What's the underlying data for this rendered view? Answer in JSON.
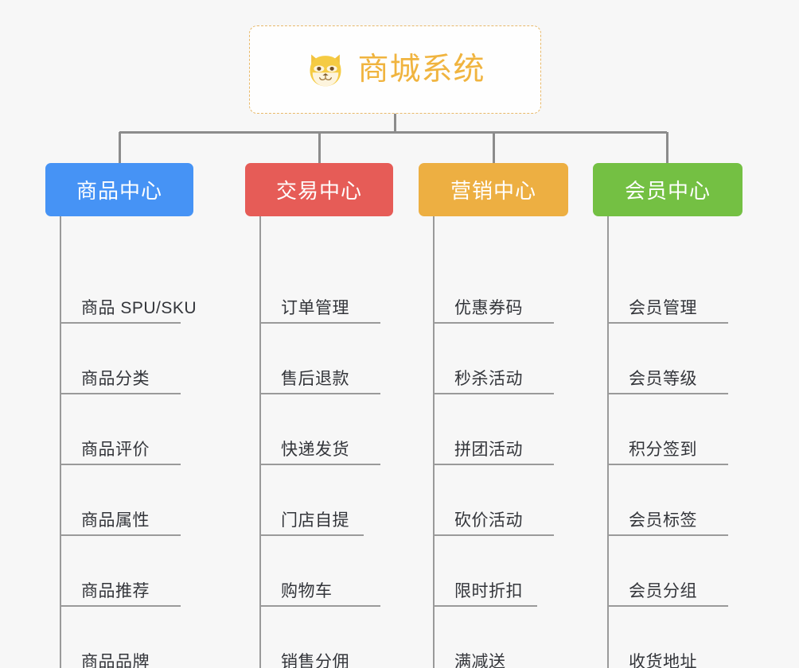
{
  "page": {
    "background_color": "#f7f7f7",
    "layout": "org-chart"
  },
  "root": {
    "title": "商城系统",
    "icon": "shiba-dog-face-icon",
    "text_color": "#f0b43f",
    "border_color": "#e8b96a",
    "background_color": "#fefefe"
  },
  "connector": {
    "color": "#8c8c8c"
  },
  "categories": [
    {
      "label": "商品中心",
      "color": "#4693f5",
      "items": [
        "商品 SPU/SKU",
        "商品分类",
        "商品评价",
        "商品属性",
        "商品推荐",
        "商品品牌"
      ]
    },
    {
      "label": "交易中心",
      "color": "#e65c57",
      "items": [
        "订单管理",
        "售后退款",
        "快递发货",
        "门店自提",
        "购物车",
        "销售分佣"
      ]
    },
    {
      "label": "营销中心",
      "color": "#edaf42",
      "items": [
        "优惠券码",
        "秒杀活动",
        "拼团活动",
        "砍价活动",
        "限时折扣",
        "满减送"
      ]
    },
    {
      "label": "会员中心",
      "color": "#74c043",
      "items": [
        "会员管理",
        "会员等级",
        "积分签到",
        "会员标签",
        "会员分组",
        "收货地址"
      ]
    }
  ]
}
